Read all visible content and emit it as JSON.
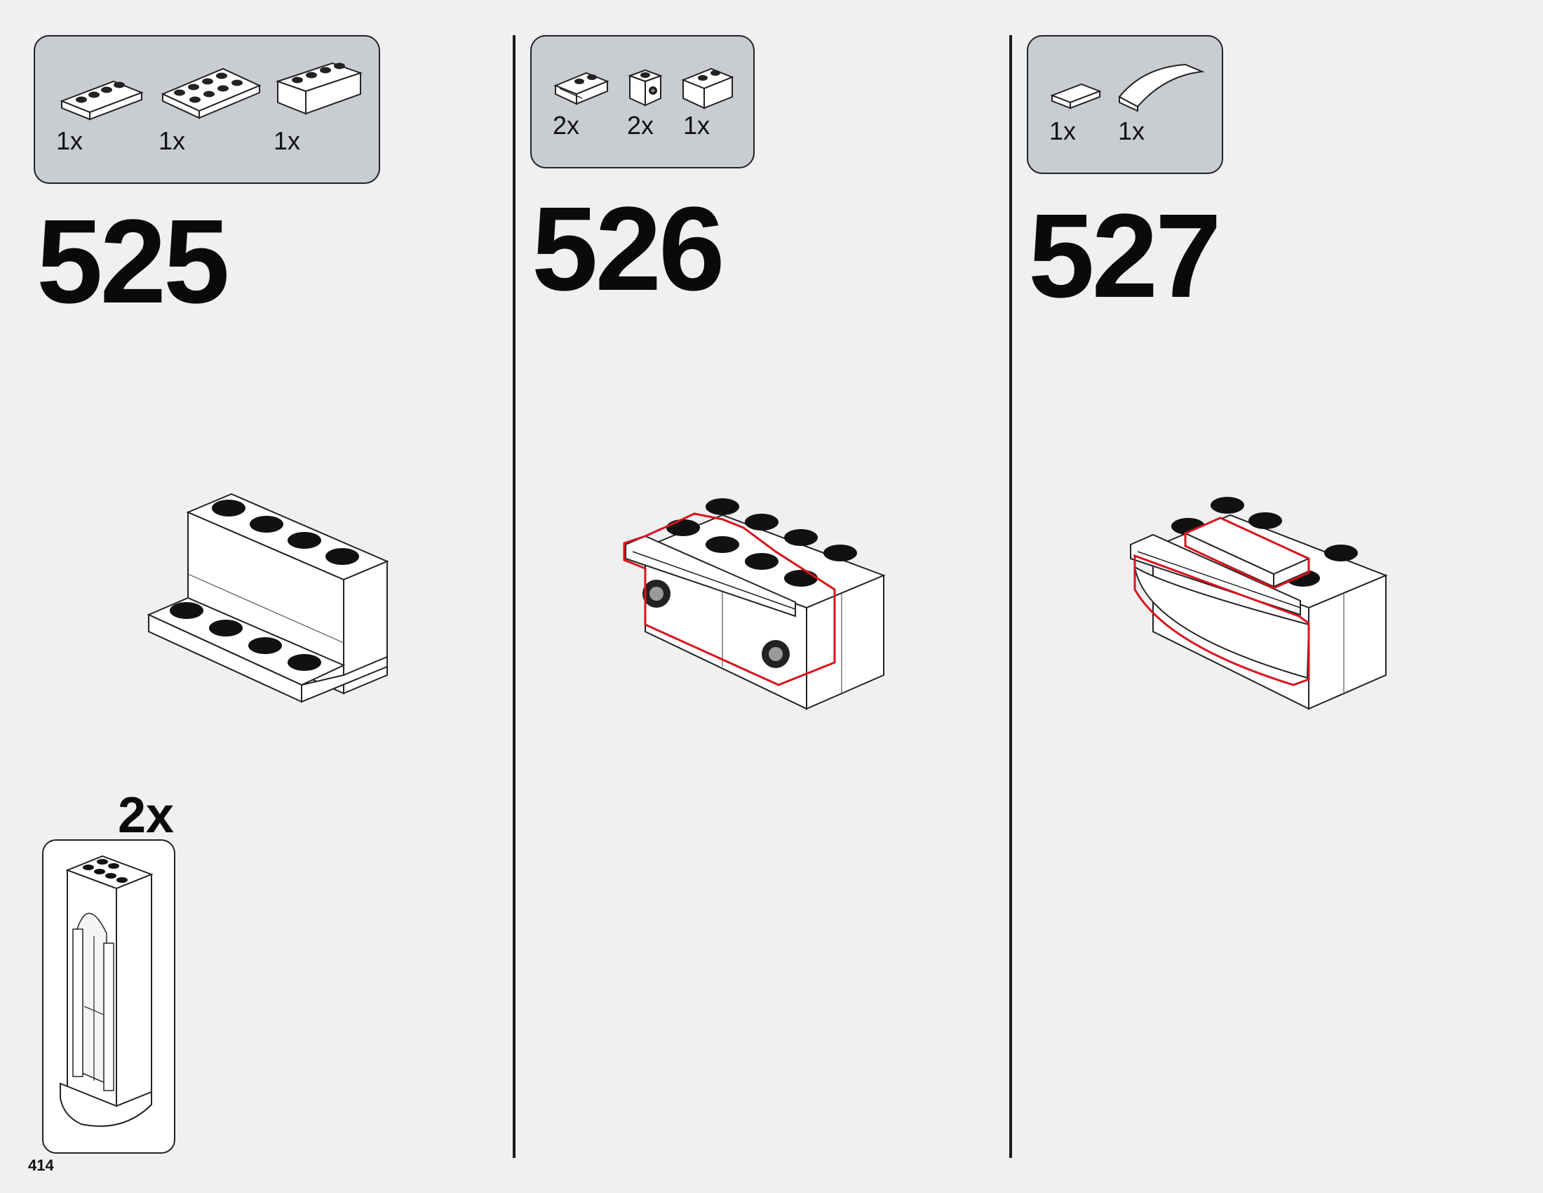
{
  "page": {
    "number": "414"
  },
  "steps": [
    {
      "number": "525",
      "parts": [
        {
          "qty": "1x",
          "icon": "plate-1x4-icon"
        },
        {
          "qty": "1x",
          "icon": "plate-2x4-icon"
        },
        {
          "qty": "1x",
          "icon": "brick-1x4-icon"
        }
      ],
      "subassembly": {
        "multiplier": "2x",
        "icon": "window-arch-subassembly-icon"
      }
    },
    {
      "number": "526",
      "parts": [
        {
          "qty": "2x",
          "icon": "plate-1x2-rail-icon"
        },
        {
          "qty": "2x",
          "icon": "brick-1x1-side-stud-icon"
        },
        {
          "qty": "1x",
          "icon": "brick-1x2-icon"
        }
      ]
    },
    {
      "number": "527",
      "parts": [
        {
          "qty": "1x",
          "icon": "tile-1x2-icon"
        },
        {
          "qty": "1x",
          "icon": "curved-slope-1x4-icon"
        }
      ]
    }
  ],
  "colors": {
    "highlight": "#d8141c",
    "panel": "#c9ccd0",
    "background": "#eef0f2"
  }
}
